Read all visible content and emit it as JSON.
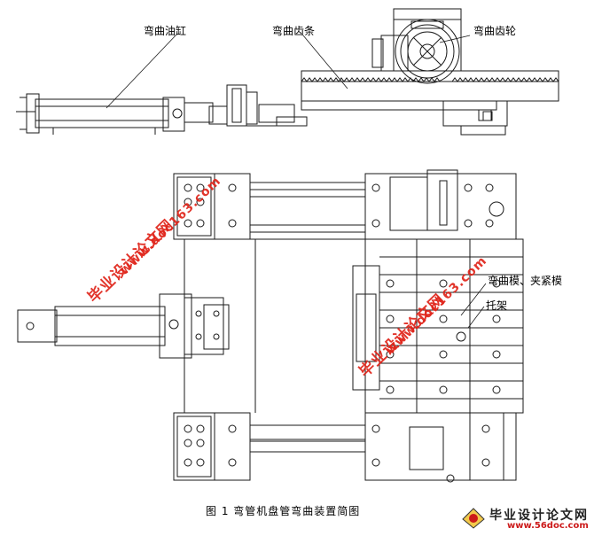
{
  "labels": {
    "cylinder": "弯曲油缸",
    "rack": "弯曲齿条",
    "gear": "弯曲齿轮",
    "die": "弯曲模、夹紧模",
    "bracket": "托架"
  },
  "caption": "图 1   弯管机盘管弯曲装置简图",
  "watermarks": {
    "cn": "毕业设计论文网",
    "url": "www.doc163.com"
  },
  "logo": {
    "text": "毕业设计论文网",
    "url": "www.56doc.com"
  },
  "colors": {
    "line": "#1a1a1a",
    "watermark": "#e0241a"
  }
}
